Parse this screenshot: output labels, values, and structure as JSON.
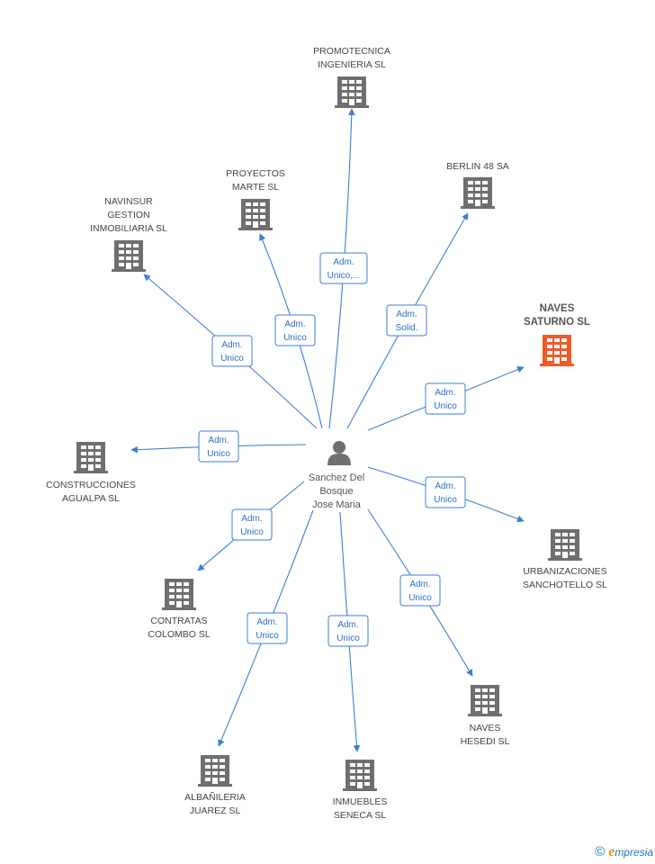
{
  "colors": {
    "edge": "#3a7fd0",
    "building": "#6f6f6f",
    "building_highlight": "#f05a28",
    "person": "#6f6f6f"
  },
  "center": {
    "label_lines": [
      "Sanchez Del",
      "Bosque",
      "Jose Maria"
    ],
    "icon": "person-icon"
  },
  "nodes": [
    {
      "id": "promotecnica",
      "label_lines": [
        "PROMOTECNICA",
        "INGENIERIA SL"
      ],
      "icon": "building-icon",
      "highlight": false,
      "relation_lines": [
        "Adm.",
        "Unico,..."
      ]
    },
    {
      "id": "berlin",
      "label_lines": [
        "BERLIN 48 SA"
      ],
      "icon": "building-icon",
      "highlight": false,
      "relation_lines": [
        "Adm.",
        "Solid."
      ]
    },
    {
      "id": "proyectos",
      "label_lines": [
        "PROYECTOS",
        "MARTE SL"
      ],
      "icon": "building-icon",
      "highlight": false,
      "relation_lines": [
        "Adm.",
        "Unico"
      ]
    },
    {
      "id": "navinsur",
      "label_lines": [
        "NAVINSUR",
        "GESTION",
        "INMOBILIARIA SL"
      ],
      "icon": "building-icon",
      "highlight": false,
      "relation_lines": [
        "Adm.",
        "Unico"
      ]
    },
    {
      "id": "naves-saturno",
      "label_lines": [
        "NAVES",
        "SATURNO SL"
      ],
      "icon": "building-icon",
      "highlight": true,
      "relation_lines": [
        "Adm.",
        "Unico"
      ]
    },
    {
      "id": "construcciones",
      "label_lines": [
        "CONSTRUCCIONES",
        "AGUALPA SL"
      ],
      "icon": "building-icon",
      "highlight": false,
      "relation_lines": [
        "Adm.",
        "Unico"
      ]
    },
    {
      "id": "urbanizaciones",
      "label_lines": [
        "URBANIZACIONES",
        "SANCHOTELLO SL"
      ],
      "icon": "building-icon",
      "highlight": false,
      "relation_lines": [
        "Adm.",
        "Unico"
      ]
    },
    {
      "id": "contratas",
      "label_lines": [
        "CONTRATAS",
        "COLOMBO SL"
      ],
      "icon": "building-icon",
      "highlight": false,
      "relation_lines": [
        "Adm.",
        "Unico"
      ]
    },
    {
      "id": "naves-hesedi",
      "label_lines": [
        "NAVES",
        "HESEDI SL"
      ],
      "icon": "building-icon",
      "highlight": false,
      "relation_lines": [
        "Adm.",
        "Unico"
      ]
    },
    {
      "id": "albanileria",
      "label_lines": [
        "ALBAÑILERIA",
        "JUAREZ SL"
      ],
      "icon": "building-icon",
      "highlight": false,
      "relation_lines": [
        "Adm.",
        "Unico"
      ]
    },
    {
      "id": "inmuebles",
      "label_lines": [
        "INMUEBLES",
        "SENECA SL"
      ],
      "icon": "building-icon",
      "highlight": false,
      "relation_lines": [
        "Adm.",
        "Unico"
      ]
    }
  ],
  "footer": {
    "copyright_symbol": "©",
    "brand_initial": "e",
    "brand_rest": "mpresia"
  }
}
